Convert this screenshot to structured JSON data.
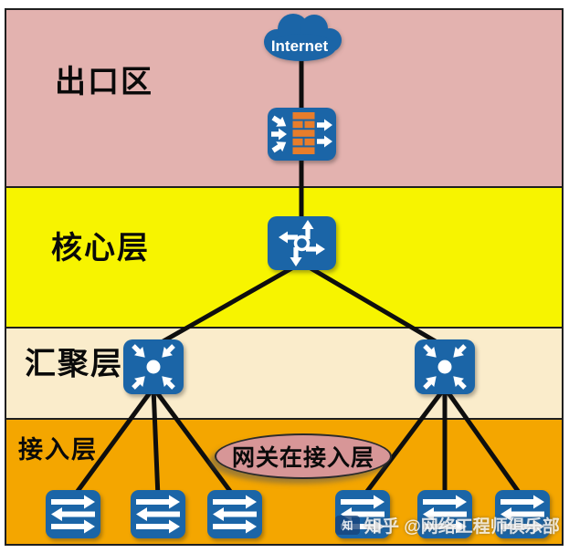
{
  "layers": [
    {
      "name": "exit-zone",
      "label": "出口区",
      "color": "#e3b2af"
    },
    {
      "name": "core-layer",
      "label": "核心层",
      "color": "#f7f400"
    },
    {
      "name": "aggregation-layer",
      "label": "汇聚层",
      "color": "#faeccb"
    },
    {
      "name": "access-layer",
      "label": "接入层",
      "color": "#f4a600"
    }
  ],
  "nodes": {
    "internet": {
      "label": "Internet",
      "icon": "cloud-icon",
      "layer": "exit-zone"
    },
    "firewall": {
      "icon": "firewall-icon",
      "layer": "exit-zone"
    },
    "core_switch": {
      "icon": "core-switch-icon",
      "layer": "core-layer"
    },
    "agg_switch_left": {
      "icon": "aggregation-switch-icon",
      "layer": "aggregation-layer"
    },
    "agg_switch_right": {
      "icon": "aggregation-switch-icon",
      "layer": "aggregation-layer"
    },
    "access_switches": {
      "count": 6,
      "icon": "access-switch-icon",
      "layer": "access-layer"
    }
  },
  "annotation": {
    "label": "网关在接入层"
  },
  "connections": [
    {
      "from": "internet",
      "to": "firewall"
    },
    {
      "from": "firewall",
      "to": "core_switch"
    },
    {
      "from": "core_switch",
      "to": "agg_switch_left"
    },
    {
      "from": "core_switch",
      "to": "agg_switch_right"
    },
    {
      "from": "agg_switch_left",
      "to": "access_switch_1"
    },
    {
      "from": "agg_switch_left",
      "to": "access_switch_2"
    },
    {
      "from": "agg_switch_left",
      "to": "access_switch_3"
    },
    {
      "from": "agg_switch_right",
      "to": "access_switch_4"
    },
    {
      "from": "agg_switch_right",
      "to": "access_switch_5"
    },
    {
      "from": "agg_switch_right",
      "to": "access_switch_6"
    }
  ],
  "watermark": {
    "logo": "zhihu-logo-icon",
    "logo_text": "知",
    "text": "知乎 @网络工程师俱乐部"
  },
  "colors": {
    "node_blue": "#1b65a7",
    "brick_orange": "#e87d2b",
    "line_black": "#0e0e0e",
    "annotation_pink": "#d79697",
    "band_border": "#1f1f1f",
    "arrow_white": "#ffffff"
  }
}
